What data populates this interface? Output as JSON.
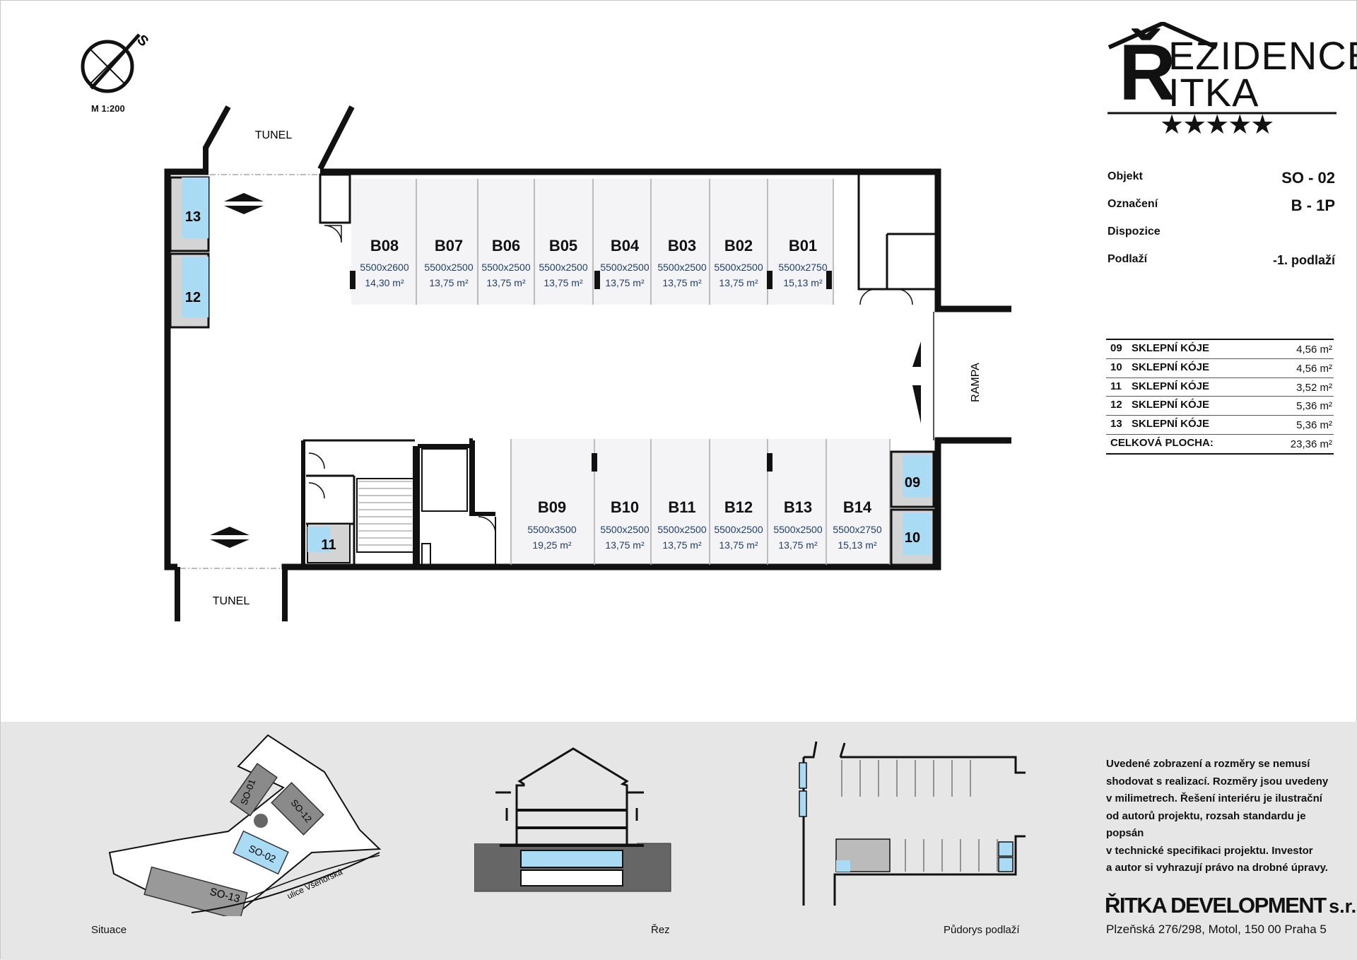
{
  "scale": "M 1:200",
  "compass_letter": "S",
  "brand": {
    "line1": "EZIDENCE",
    "line2": "ITKA",
    "big_letter": "Ř",
    "stars": "★★★★★"
  },
  "info": [
    {
      "label": "Objekt",
      "value": "SO - 02"
    },
    {
      "label": "Označení",
      "value": "B - 1P"
    },
    {
      "label": "Dispozice",
      "value": ""
    },
    {
      "label": "Podlaží",
      "value": "-1. podlaží"
    }
  ],
  "cellars": {
    "rows": [
      {
        "num": "09",
        "name": "SKLEPNÍ KÓJE",
        "area": "4,56 m²"
      },
      {
        "num": "10",
        "name": "SKLEPNÍ KÓJE",
        "area": "4,56 m²"
      },
      {
        "num": "11",
        "name": "SKLEPNÍ KÓJE",
        "area": "3,52 m²"
      },
      {
        "num": "12",
        "name": "SKLEPNÍ KÓJE",
        "area": "5,36 m²"
      },
      {
        "num": "13",
        "name": "SKLEPNÍ KÓJE",
        "area": "5,36 m²"
      }
    ],
    "total_label": "CELKOVÁ PLOCHA:",
    "total_value": "23,36 m²"
  },
  "plan": {
    "tunnel_top": "TUNEL",
    "tunnel_bottom": "TUNEL",
    "ramp": "RAMPA",
    "parking_top": [
      {
        "id": "B08",
        "dims": "5500x2600",
        "area": "14,30 m²"
      },
      {
        "id": "B07",
        "dims": "5500x2500",
        "area": "13,75 m²"
      },
      {
        "id": "B06",
        "dims": "5500x2500",
        "area": "13,75 m²"
      },
      {
        "id": "B05",
        "dims": "5500x2500",
        "area": "13,75 m²"
      },
      {
        "id": "B04",
        "dims": "5500x2500",
        "area": "13,75 m²"
      },
      {
        "id": "B03",
        "dims": "5500x2500",
        "area": "13,75 m²"
      },
      {
        "id": "B02",
        "dims": "5500x2500",
        "area": "13,75 m²"
      },
      {
        "id": "B01",
        "dims": "5500x2750",
        "area": "15,13 m²"
      }
    ],
    "parking_bottom": [
      {
        "id": "B09",
        "dims": "5500x3500",
        "area": "19,25 m²"
      },
      {
        "id": "B10",
        "dims": "5500x2500",
        "area": "13,75 m²"
      },
      {
        "id": "B11",
        "dims": "5500x2500",
        "area": "13,75 m²"
      },
      {
        "id": "B12",
        "dims": "5500x2500",
        "area": "13,75 m²"
      },
      {
        "id": "B13",
        "dims": "5500x2500",
        "area": "13,75 m²"
      },
      {
        "id": "B14",
        "dims": "5500x2750",
        "area": "15,13 m²"
      }
    ],
    "cellar_labels": [
      "13",
      "12",
      "11",
      "09",
      "10"
    ]
  },
  "site": {
    "buildings": [
      "SO-01",
      "SO-12",
      "SO-02",
      "SO-13"
    ],
    "street": "ulice Všenorská"
  },
  "captions": {
    "situation": "Situace",
    "section": "Řez",
    "floorplan": "Půdorys podlaží"
  },
  "disclaimer": [
    "Uvedené zobrazení a rozměry se nemusí",
    "shodovat s realizací. Rozměry jsou uvedeny",
    "v milimetrech. Řešení interiéru je ilustrační",
    "od autorů projektu, rozsah standardu je popsán",
    "v technické specifikaci projektu. Investor",
    "a autor si vyhrazují právo na drobné úpravy."
  ],
  "company": {
    "name": "ŘITKA DEVELOPMENT",
    "suffix": "s.r.o.",
    "address": "Plzeňská 276/298, Motol, 150 00 Praha 5"
  },
  "colors": {
    "cellar_blue": "#a9dcf4",
    "wall": "#111111",
    "footer_bg": "#e6e6e6",
    "bay_fill": "#f4f4f6",
    "dims_blue": "#1f3f6e"
  }
}
